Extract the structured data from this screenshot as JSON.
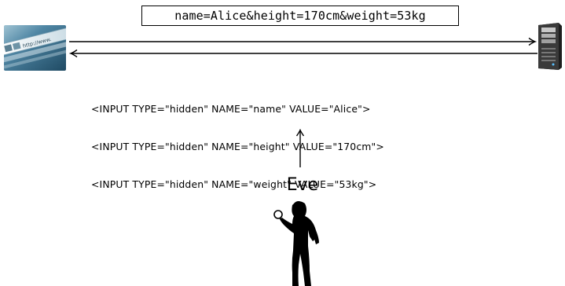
{
  "query_string": "name=Alice&height=170cm&weight=53kg",
  "browser": {
    "url_text": "http://www.",
    "icon": "browser-window-image"
  },
  "server": {
    "icon": "server-tower-image"
  },
  "hidden_inputs": [
    "<INPUT TYPE=\"hidden\" NAME=\"name\" VALUE=\"Alice\">",
    "<INPUT TYPE=\"hidden\" NAME=\"height\" VALUE=\"170cm\">",
    "<INPUT TYPE=\"hidden\" NAME=\"weight\" VALUE=\"53kg\">"
  ],
  "eve": {
    "label": "Eve",
    "icon": "eavesdropper-with-magnifying-glass"
  },
  "colors": {
    "line": "#000000",
    "browser_bg": "#3f6f88",
    "server_body": "#2b2b2b"
  }
}
